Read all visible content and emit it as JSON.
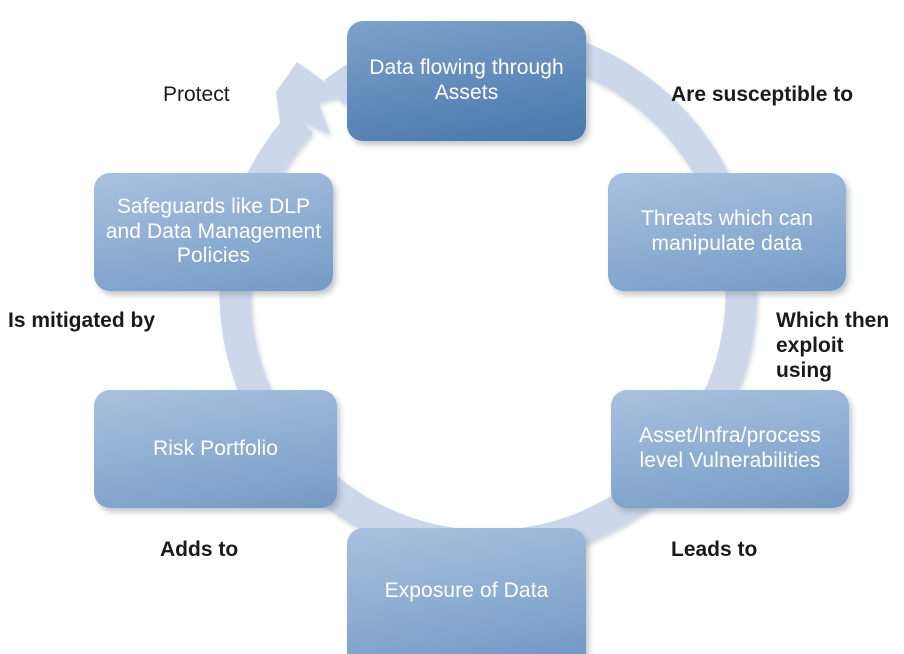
{
  "diagram": {
    "title": "Data risk lifecycle cycle diagram",
    "type": "cycle",
    "colors": {
      "ring": "#ccd8ea",
      "primary_node_top": "#7ea2cb",
      "primary_node_bottom": "#4a78ab",
      "secondary_node_top": "#a9c1de",
      "secondary_node_bottom": "#7499c5",
      "node_text": "#ffffff",
      "connector_text": "#1a1a1a",
      "background": "#ffffff"
    },
    "nodes": [
      {
        "id": "data-flow",
        "label": "Data flowing through Assets",
        "emphasis": "primary"
      },
      {
        "id": "threats",
        "label": "Threats which can manipulate data",
        "emphasis": "secondary"
      },
      {
        "id": "vulnerabilities",
        "label": "Asset/Infra/process level Vulnerabilities",
        "emphasis": "secondary"
      },
      {
        "id": "exposure",
        "label": "Exposure of Data",
        "emphasis": "secondary"
      },
      {
        "id": "risk",
        "label": "Risk Portfolio",
        "emphasis": "secondary"
      },
      {
        "id": "safeguards",
        "label": "Safeguards like DLP and Data Management Policies",
        "emphasis": "secondary"
      }
    ],
    "connectors": [
      {
        "id": "protect",
        "label": "Protect",
        "from": "safeguards",
        "to": "data-flow"
      },
      {
        "id": "susceptible",
        "label": "Are susceptible to",
        "from": "data-flow",
        "to": "threats"
      },
      {
        "id": "exploit",
        "label": "Which then exploit using",
        "from": "threats",
        "to": "vulnerabilities"
      },
      {
        "id": "leads",
        "label": "Leads to",
        "from": "vulnerabilities",
        "to": "exposure"
      },
      {
        "id": "adds",
        "label": "Adds to",
        "from": "exposure",
        "to": "risk"
      },
      {
        "id": "mitigated",
        "label": "Is mitigated by",
        "from": "risk",
        "to": "safeguards"
      }
    ]
  }
}
